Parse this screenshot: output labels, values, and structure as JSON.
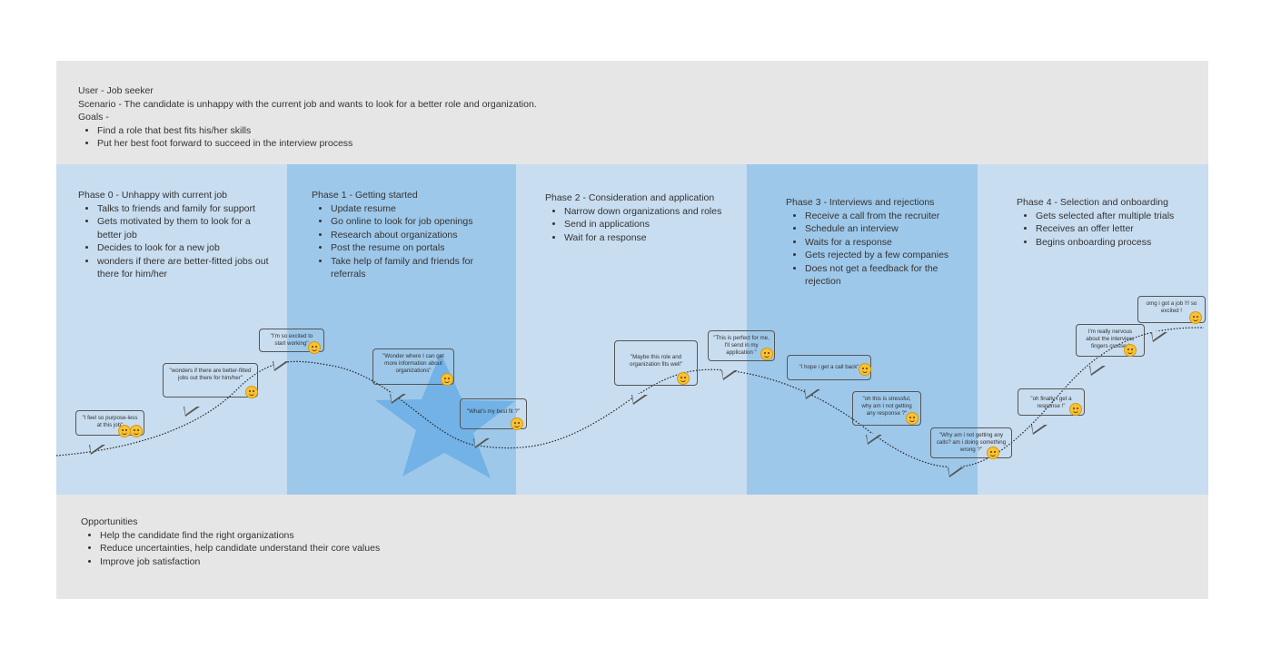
{
  "header": {
    "user": "User - Job seeker",
    "scenario": "Scenario - The candidate is unhappy with the current job and wants to look for a better role and organization.",
    "goals_label": "Goals -",
    "goals": [
      "Find a role that best fits his/her skills",
      "Put her best foot forward to succeed in the interview process"
    ]
  },
  "phases": [
    {
      "title": "Phase 0 - Unhappy with current job",
      "items": [
        "Talks to friends and family for support",
        "Gets motivated by them to look for a better job",
        "Decides to look for a new job",
        "wonders if there are better-fitted jobs out there for him/her"
      ]
    },
    {
      "title": "Phase 1 - Getting started",
      "items": [
        "Update resume",
        "Go online to look for job openings",
        "Research about organizations",
        "Post the resume on portals",
        "Take help of family and friends for referrals"
      ]
    },
    {
      "title": "Phase 2 - Consideration and application",
      "items": [
        "Narrow down organizations and roles",
        "Send in applications",
        "Wait for a response"
      ]
    },
    {
      "title": "Phase 3 - Interviews and rejections",
      "items": [
        "Receive a call from the recruiter",
        "Schedule an interview",
        "Waits for a response",
        "Gets rejected by a few companies",
        "Does not get a feedback for the rejection"
      ]
    },
    {
      "title": "Phase 4 - Selection and onboarding",
      "items": [
        "Gets selected after multiple trials",
        "Receives an offer letter",
        "Begins onboarding process"
      ]
    }
  ],
  "bubbles": [
    "\"I feel so purpose-less at this job\"",
    "\"wonders if there are better-fitted jobs out there for him/her\"",
    "\"I'm so excited to start working\"",
    "\"Wonder where I can get more information about organizations\"",
    "\"What's my best fit ?\"",
    "\"Maybe this role and organization fits well\"",
    "\"This is perfect for me, I'll send in my application \"",
    "\"I hope i get a call back\"",
    "\"oh this is stressful, why am I not getting any response ?\"",
    "\"Why am i not getting any calls? am i doing something wrong ?\"",
    "\"oh finally i get a response !\"",
    "I'm really nervous about the interview, fingers crossed",
    "omg i got a job !!! so excited !"
  ],
  "opportunities": {
    "title": "Opportunities",
    "items": [
      "Help the candidate find the right organizations",
      "Reduce uncertainties, help candidate understand their core values",
      "Improve job satisfaction"
    ]
  },
  "colors": {
    "board": "#e6e6e6",
    "lane_light": "#c8ddf0",
    "lane_dark": "#9ec8ea",
    "star": "#6aaee6",
    "emoji": "#f9c235"
  },
  "icons": [
    "star-shape",
    "face-emoji"
  ]
}
